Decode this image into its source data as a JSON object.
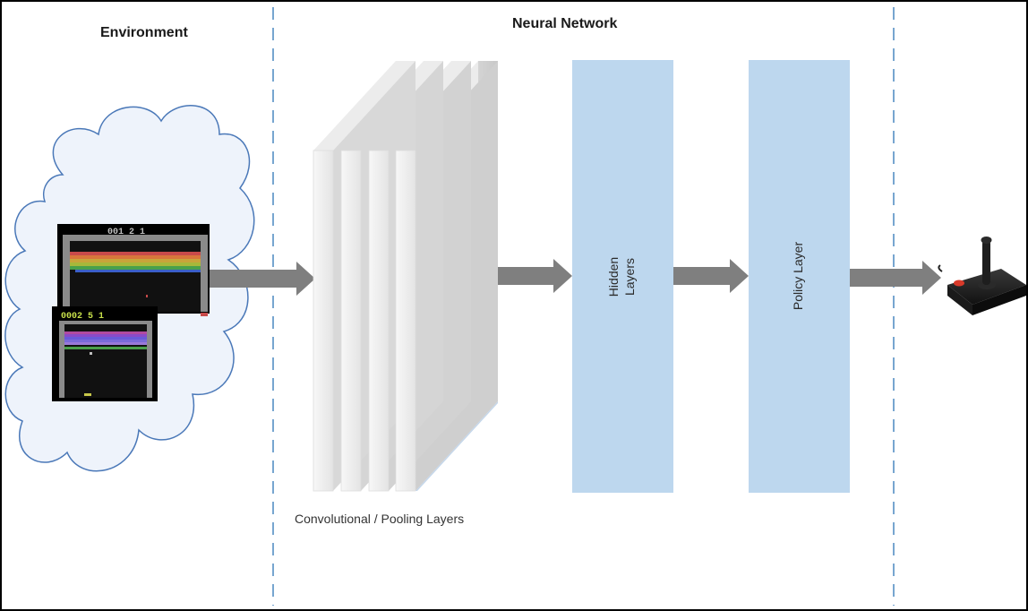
{
  "sections": {
    "environment_title": "Environment",
    "network_title": "Neural Network"
  },
  "conv_caption": "Convolutional / Pooling Layers",
  "hidden_layer_line1": "Hidden",
  "hidden_layer_line2": "Layers",
  "policy_layer_label": "Policy Layer",
  "game_screens": {
    "front_score": "0002  5  1",
    "back_score": "001 2 1"
  },
  "colors": {
    "layer_blue": "#bdd7ee",
    "arrow_gray": "#7f7f7f",
    "divider_blue": "#2e75b6",
    "cloud_fill": "#eef3fb",
    "cloud_stroke": "#4a78b8"
  },
  "icons": {
    "output_device": "joystick-icon"
  }
}
